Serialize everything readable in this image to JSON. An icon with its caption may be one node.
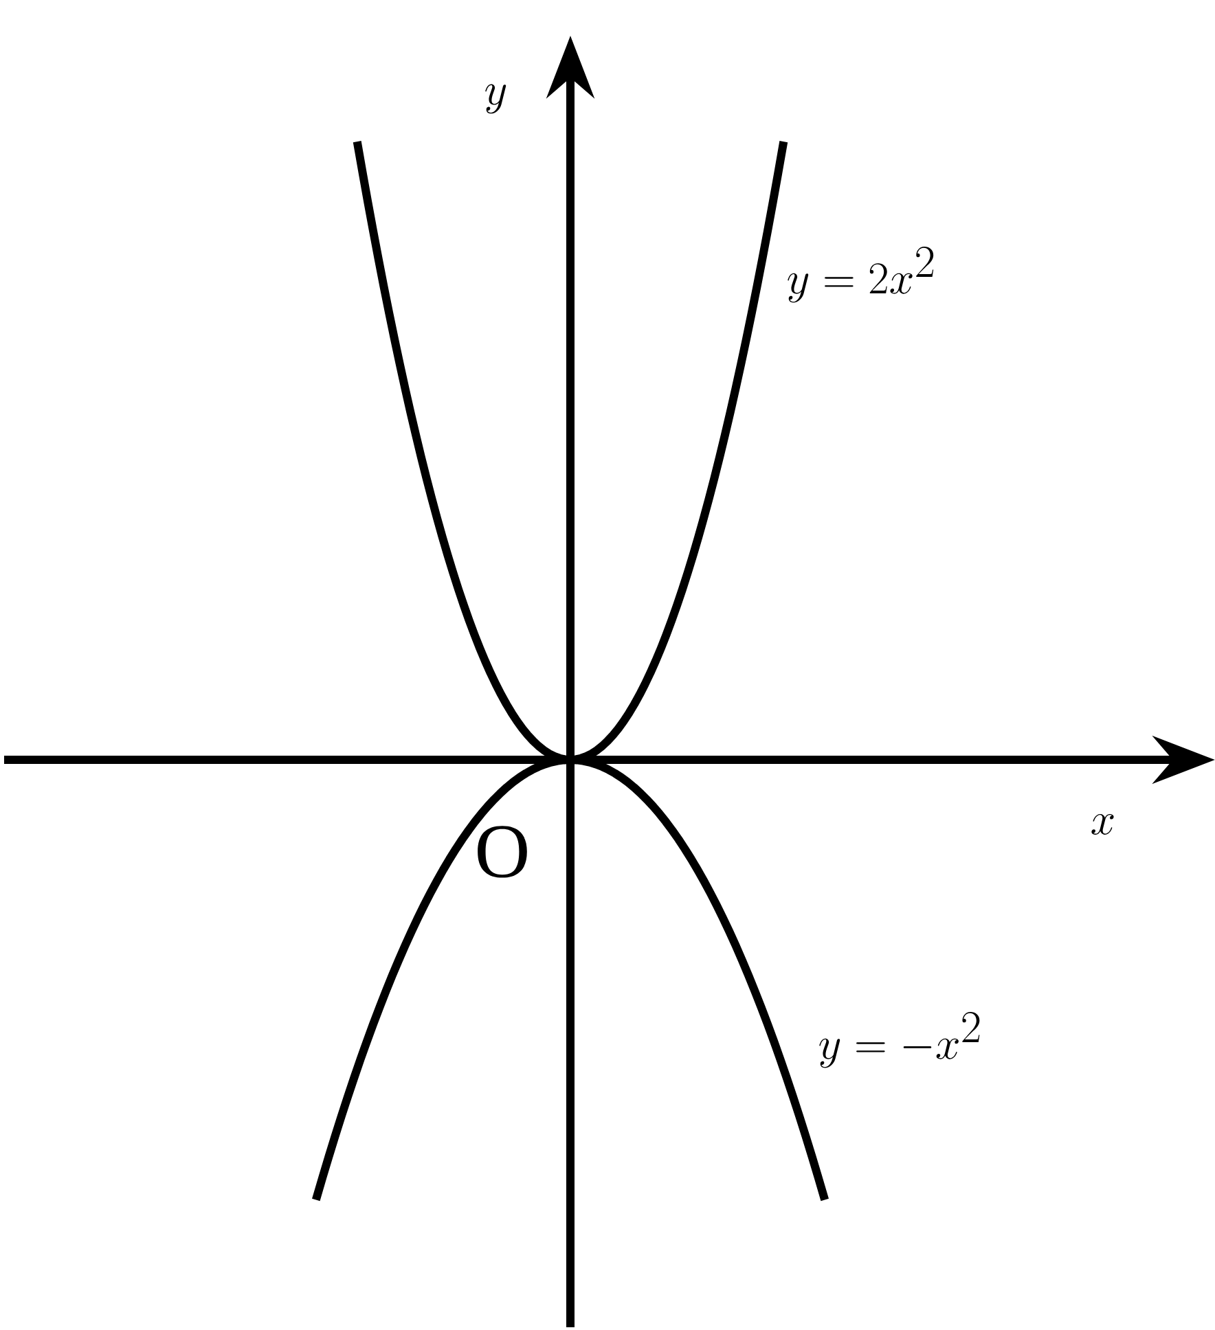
{
  "diagram": {
    "labels": [
      "y",
      "y=2x^{2}",
      "x",
      "O",
      "y=-x^{2}"
    ]
  }
}
